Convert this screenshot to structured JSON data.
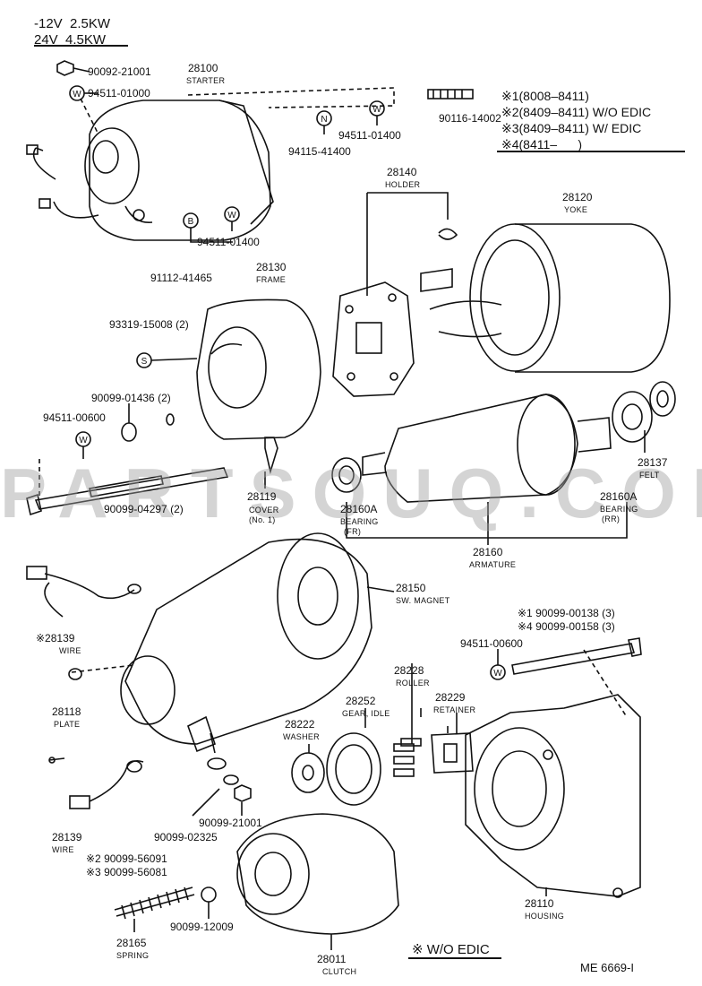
{
  "spec": {
    "line1": "-12V  2.5KW",
    "line2": "24V  4.5KW"
  },
  "legend": {
    "l1": "※1(8008–8411)",
    "l2": "※2(8409–8411) W/O EDIC",
    "l3": "※3(8409–8411) W/ EDIC",
    "l4": "※4(8411–      )"
  },
  "watermark": "PARTSOUQ.COM",
  "footer": {
    "wo_edic": "※ W/O EDIC",
    "code": "ME  6669-I"
  },
  "symbols": {
    "w": "W",
    "n": "N",
    "b": "B",
    "s": "S"
  },
  "parts": {
    "p1": {
      "num": "90092-21001",
      "name": ""
    },
    "p2": {
      "num": "28100",
      "name": "STARTER"
    },
    "p3": {
      "num": "94511-01000",
      "name": ""
    },
    "p4": {
      "num": "90116-14002",
      "name": ""
    },
    "p5": {
      "num": "94511-01400",
      "name": ""
    },
    "p6": {
      "num": "94115-41400",
      "name": ""
    },
    "p7": {
      "num": "28140",
      "name": "HOLDER"
    },
    "p8": {
      "num": "28120",
      "name": "YOKE"
    },
    "p9": {
      "num": "94511-01400",
      "name": ""
    },
    "p10": {
      "num": "91112-41465",
      "name": ""
    },
    "p11": {
      "num": "28130",
      "name": "FRAME"
    },
    "p12": {
      "num": "93319-15008 (2)",
      "name": ""
    },
    "p13": {
      "num": "90099-01436 (2)",
      "name": ""
    },
    "p14": {
      "num": "94511-00600",
      "name": ""
    },
    "p15": {
      "num": "28137",
      "name": "FELT"
    },
    "p16": {
      "num": "90099-04297 (2)",
      "name": ""
    },
    "p17": {
      "num": "28119",
      "name": "COVER",
      "name2": "(No. 1)"
    },
    "p18": {
      "num": "28160A",
      "name": "BEARING",
      "name2": "(FR)"
    },
    "p19": {
      "num": "28160A",
      "name": "BEARING",
      "name2": "(RR)"
    },
    "p20": {
      "num": "28160",
      "name": "ARMATURE"
    },
    "p21": {
      "num": "28150",
      "name": "SW. MAGNET"
    },
    "p22": {
      "num": "※28139",
      "name": "WIRE"
    },
    "p23": {
      "num": "※1 90099-00138 (3)",
      "name": ""
    },
    "p24": {
      "num": "※4 90099-00158 (3)",
      "name": ""
    },
    "p25": {
      "num": "94511-00600",
      "name": ""
    },
    "p26": {
      "num": "28118",
      "name": "PLATE"
    },
    "p27": {
      "num": "28228",
      "name": "ROLLER"
    },
    "p28": {
      "num": "28229",
      "name": "RETAINER"
    },
    "p29": {
      "num": "28252",
      "name": "GEAR, IDLE"
    },
    "p30": {
      "num": "28222",
      "name": "WASHER"
    },
    "p31": {
      "num": "28139",
      "name": "WIRE"
    },
    "p32": {
      "num": "90099-21001",
      "name": ""
    },
    "p33": {
      "num": "90099-02325",
      "name": ""
    },
    "p34": {
      "num": "※2 90099-56091",
      "name": ""
    },
    "p35": {
      "num": "※3 90099-56081",
      "name": ""
    },
    "p36": {
      "num": "28110",
      "name": "HOUSING"
    },
    "p37": {
      "num": "90099-12009",
      "name": ""
    },
    "p38": {
      "num": "28165",
      "name": "SPRING"
    },
    "p39": {
      "num": "28011",
      "name": "CLUTCH"
    }
  }
}
